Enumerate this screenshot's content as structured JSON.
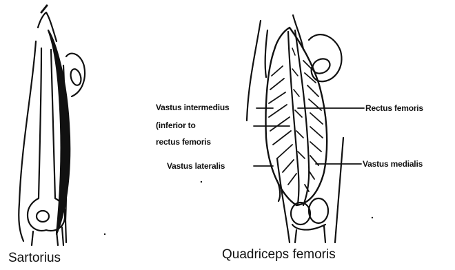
{
  "figures": {
    "sartorius": {
      "caption": "Sartorius"
    },
    "quadriceps": {
      "caption": "Quadriceps femoris",
      "labels": {
        "vastus_intermedius_1": "Vastus intermedius",
        "vastus_intermedius_2": "(inferior to",
        "vastus_intermedius_3": "rectus femoris",
        "rectus_femoris": "Rectus femoris",
        "vastus_lateralis": "Vastus lateralis",
        "vastus_medialis": "Vastus medialis"
      }
    }
  },
  "colors": {
    "ink": "#111111",
    "background": "#ffffff"
  }
}
